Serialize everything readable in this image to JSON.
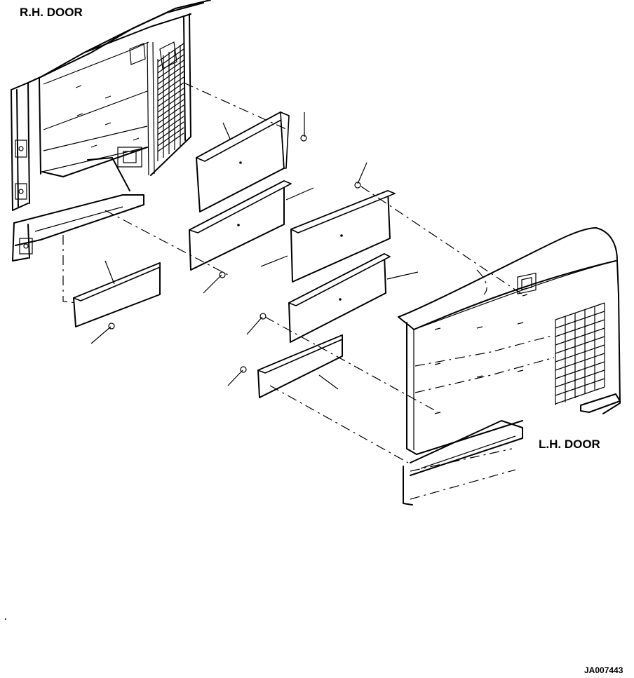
{
  "labels": {
    "rh_door": "R.H. DOOR",
    "lh_door": "L.H. DOOR",
    "drawing_code": "JA007443"
  }
}
